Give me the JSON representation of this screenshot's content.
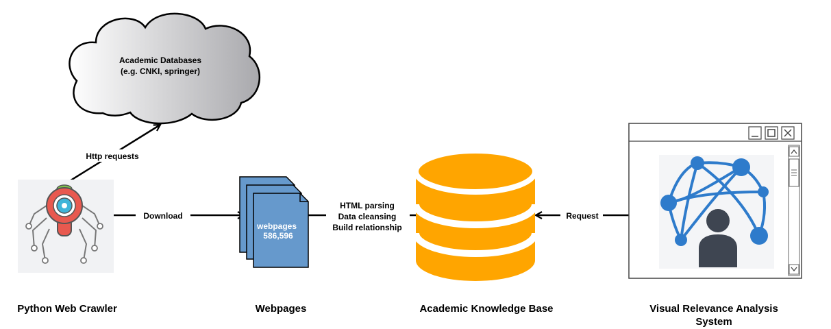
{
  "cloud": {
    "line1": "Academic Databases",
    "line2": "(e.g. CNKI, springer)"
  },
  "edges": {
    "http_requests": "Http requests",
    "download": "Download",
    "process_line1": "HTML parsing",
    "process_line2": "Data cleansing",
    "process_line3": "Build relationship",
    "request": "Request"
  },
  "webpages_doc": {
    "line1": "webpages",
    "line2": "586,596"
  },
  "captions": {
    "crawler": "Python Web Crawler",
    "webpages": "Webpages",
    "knowledge_base": "Academic Knowledge Base",
    "system_line1": "Visual Relevance Analysis",
    "system_line2": "System"
  },
  "colors": {
    "database": "#FFA500",
    "document": "#6699CC",
    "network": "#2E7BCB",
    "person": "#3E4551",
    "spider": "#E8594F"
  },
  "icons": {
    "crawler": "spider-robot-icon",
    "cloud": "cloud-icon",
    "documents": "document-stack-icon",
    "database": "database-icon",
    "window": "application-window-icon",
    "network": "network-person-icon"
  }
}
